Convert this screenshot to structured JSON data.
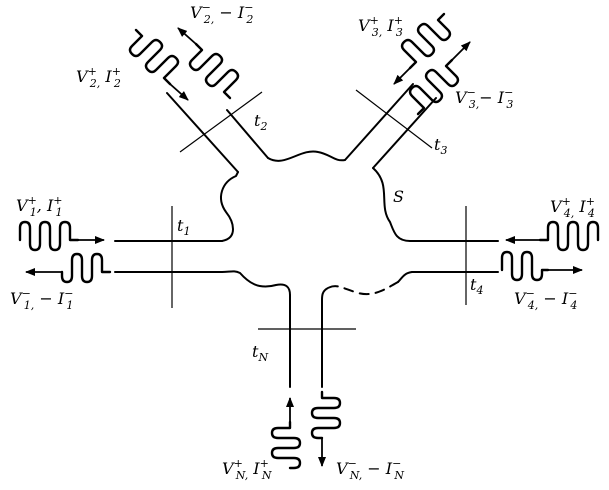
{
  "surface_label": "S",
  "planes": [
    "t1",
    "t2",
    "t3",
    "t4",
    "tN"
  ],
  "ports": [
    {
      "id": "1",
      "incident": "V1+, I1+",
      "reflected": "V1−, −I1−"
    },
    {
      "id": "2",
      "incident": "V2+, I2+",
      "reflected": "V2−, −I2−"
    },
    {
      "id": "3",
      "incident": "V3+, I3+",
      "reflected": "V3−, −I3−"
    },
    {
      "id": "4",
      "incident": "V4+, I4+",
      "reflected": "V4−, −I4−"
    },
    {
      "id": "N",
      "incident": "VN+, IN+",
      "reflected": "VN−, −IN−"
    }
  ],
  "colors": {
    "ink": "#000000",
    "background": "#ffffff"
  }
}
